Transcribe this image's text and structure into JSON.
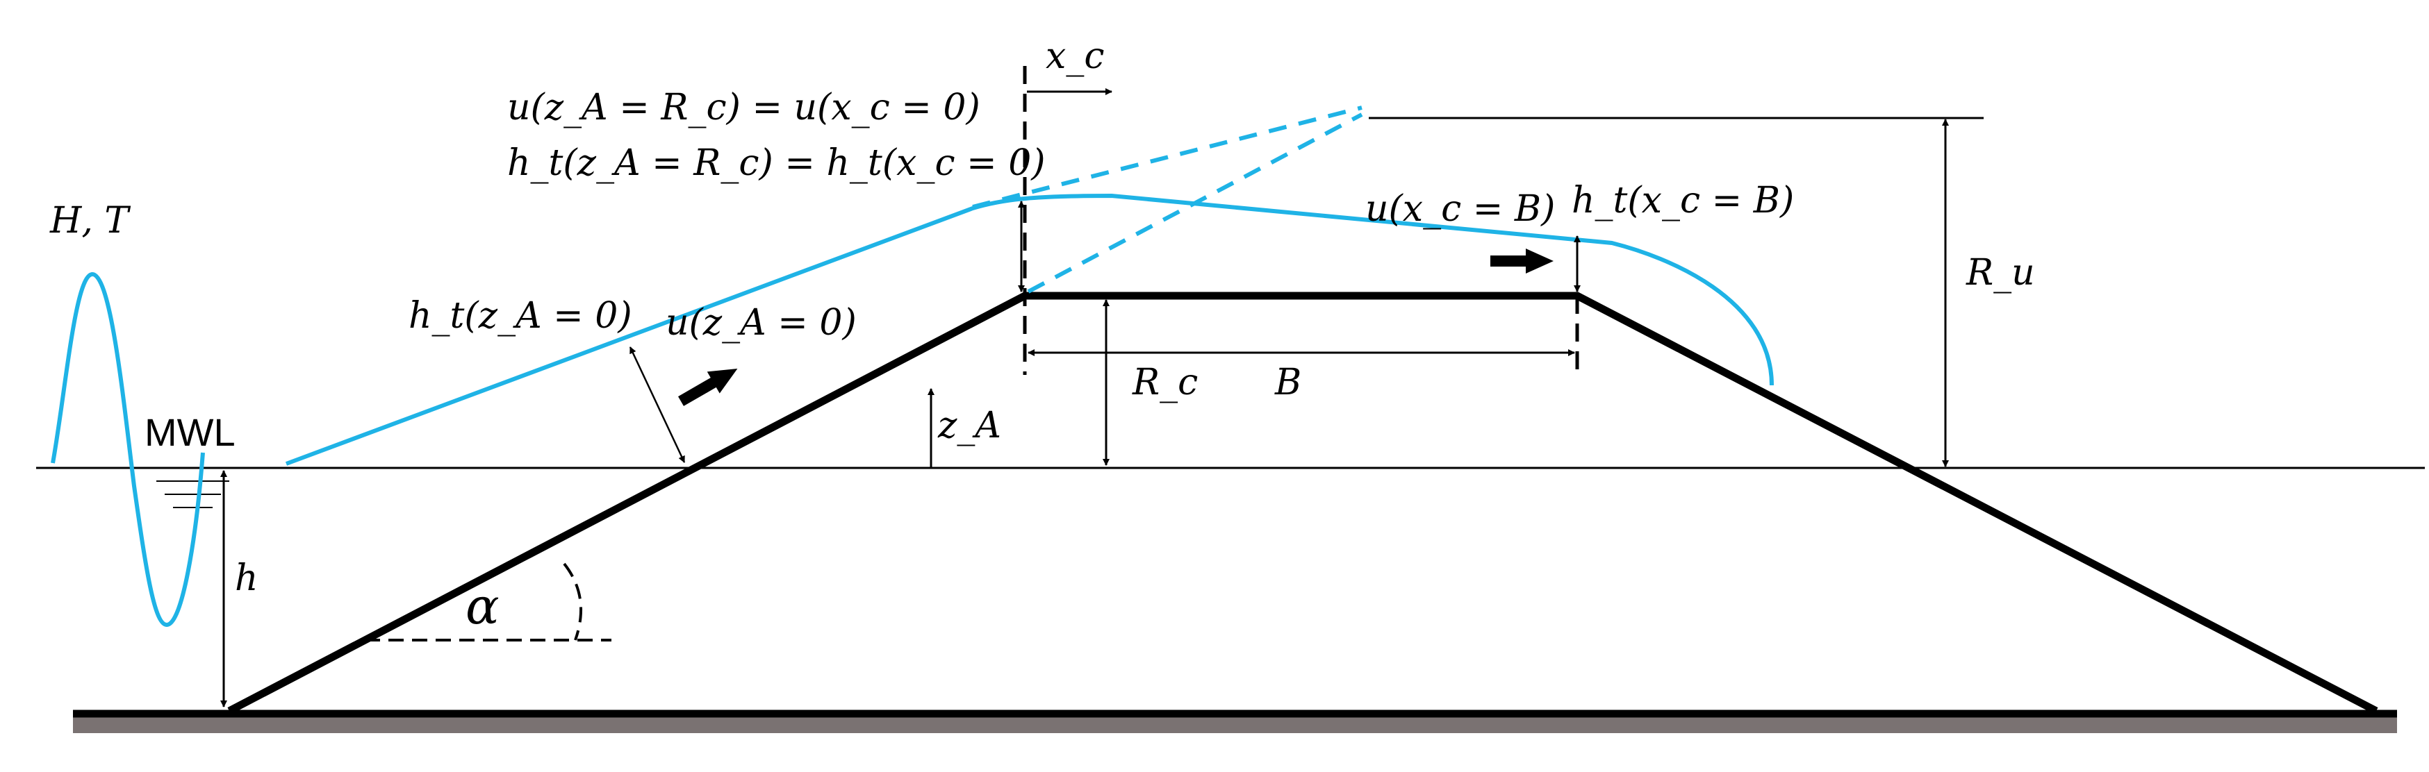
{
  "colors": {
    "wave": "#1fb3e6",
    "structure": "#000000",
    "seabed": "#7a7272",
    "background": "#ffffff"
  },
  "labels": {
    "wave_height_period": "H, T",
    "mwl": "MWL",
    "water_depth": "h",
    "slope_angle": "α",
    "ht_za0": "h_t(z_A = 0)",
    "u_za0": "u(z_A = 0)",
    "za": "z_A",
    "xc": "x_c",
    "u_crest_start": "u(z_A = R_c) = u(x_c = 0)",
    "ht_crest_start": "h_t(z_A = R_c) = h_t(x_c = 0)",
    "rc": "R_c",
    "b": "B",
    "u_crest_end": "u(x_c = B)",
    "ht_crest_end": "h_t(x_c = B)",
    "ru": "R_u"
  }
}
